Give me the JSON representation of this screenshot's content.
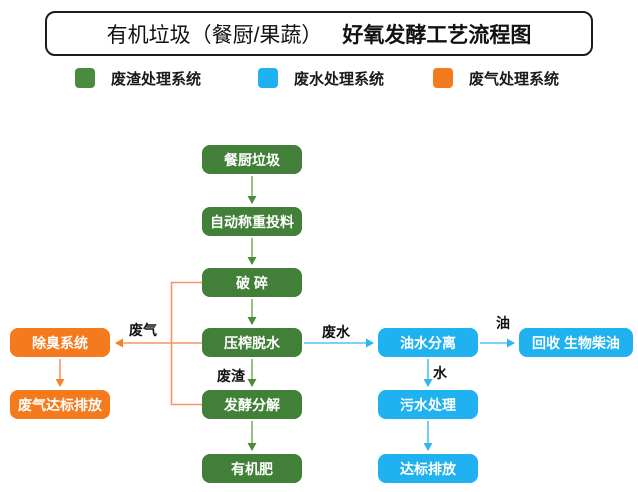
{
  "title": {
    "normal": "有机垃圾（餐厨/果蔬）",
    "bold": "好氧发酵工艺流程图"
  },
  "legend": [
    {
      "id": "residue",
      "label": "废渣处理系统",
      "color": "#4A8B3F"
    },
    {
      "id": "wastewater",
      "label": "废水处理系统",
      "color": "#1FB1F0"
    },
    {
      "id": "waste-gas",
      "label": "废气处理系统",
      "color": "#F5791D"
    }
  ],
  "flow": {
    "nodes": [
      {
        "id": "kitchen-waste",
        "label": "餐厨垃圾",
        "system": "residue"
      },
      {
        "id": "auto-weighing",
        "label": "自动称重投料",
        "system": "residue"
      },
      {
        "id": "crushing",
        "label": "破 碎",
        "system": "residue"
      },
      {
        "id": "press-dewatering",
        "label": "压榨脱水",
        "system": "residue"
      },
      {
        "id": "fermentation",
        "label": "发酵分解",
        "system": "residue"
      },
      {
        "id": "organic-fertilizer",
        "label": "有机肥",
        "system": "residue"
      },
      {
        "id": "oil-water-separation",
        "label": "油水分离",
        "system": "wastewater"
      },
      {
        "id": "sewage-treatment",
        "label": "污水处理",
        "system": "wastewater"
      },
      {
        "id": "standard-discharge",
        "label": "达标排放",
        "system": "wastewater"
      },
      {
        "id": "biodiesel-recycle",
        "label": "回收 生物柴油",
        "system": "wastewater"
      },
      {
        "id": "deodorization",
        "label": "除臭系统",
        "system": "waste-gas"
      },
      {
        "id": "waste-gas-discharge",
        "label": "废气达标排放",
        "system": "waste-gas"
      }
    ],
    "edge_labels": [
      {
        "id": "waste-gas",
        "text": "废气"
      },
      {
        "id": "waste-water",
        "text": "废水"
      },
      {
        "id": "oil",
        "text": "油"
      },
      {
        "id": "waste-residue",
        "text": "废渣"
      },
      {
        "id": "water",
        "text": "水"
      }
    ]
  },
  "colors": {
    "residue_box": "#427F38",
    "wastewater_box": "#1FB1F0",
    "waste_gas_box": "#F5791D",
    "residue_arrow": "#7CB364",
    "wastewater_arrow": "#4EC3F5",
    "waste_gas_arrow": "#F49668",
    "title_border": "#1c1c1c"
  }
}
